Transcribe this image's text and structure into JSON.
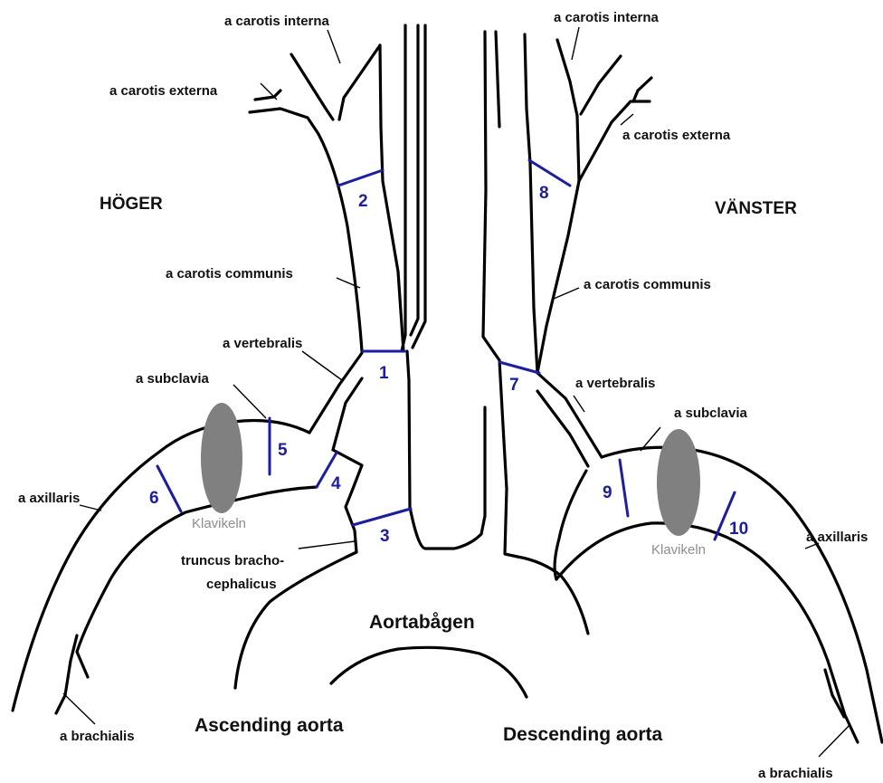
{
  "labels": {
    "carotis_interna_right": "a carotis interna",
    "carotis_interna_left": "a carotis interna",
    "carotis_externa_right": "a carotis externa",
    "carotis_externa_left": "a carotis externa",
    "hoger": "HÖGER",
    "vanster": "VÄNSTER",
    "carotis_communis_right": "a carotis communis",
    "carotis_communis_left": "a carotis communis",
    "vertebralis_right": "a vertebralis",
    "vertebralis_left": "a vertebralis",
    "subclavia_right": "a subclavia",
    "subclavia_left": "a subclavia",
    "axillaris_right": "a axillaris",
    "axillaris_left": "a axillaris",
    "truncus_line1": "truncus bracho-",
    "truncus_line2": "cephalicus",
    "klavikeln_right": "Klavikeln",
    "klavikeln_left": "Klavikeln",
    "aortabagen": "Aortabågen",
    "ascending_aorta": "Ascending aorta",
    "descending_aorta": "Descending aorta",
    "brachialis_right": "a brachialis",
    "brachialis_left": "a brachialis"
  },
  "segments": [
    "1",
    "2",
    "3",
    "4",
    "5",
    "6",
    "7",
    "8",
    "9",
    "10"
  ],
  "colors": {
    "vessel": "#000000",
    "segment": "#1a1ab4",
    "clavicle": "#808080",
    "clavicle_label": "#8e8e8e"
  }
}
